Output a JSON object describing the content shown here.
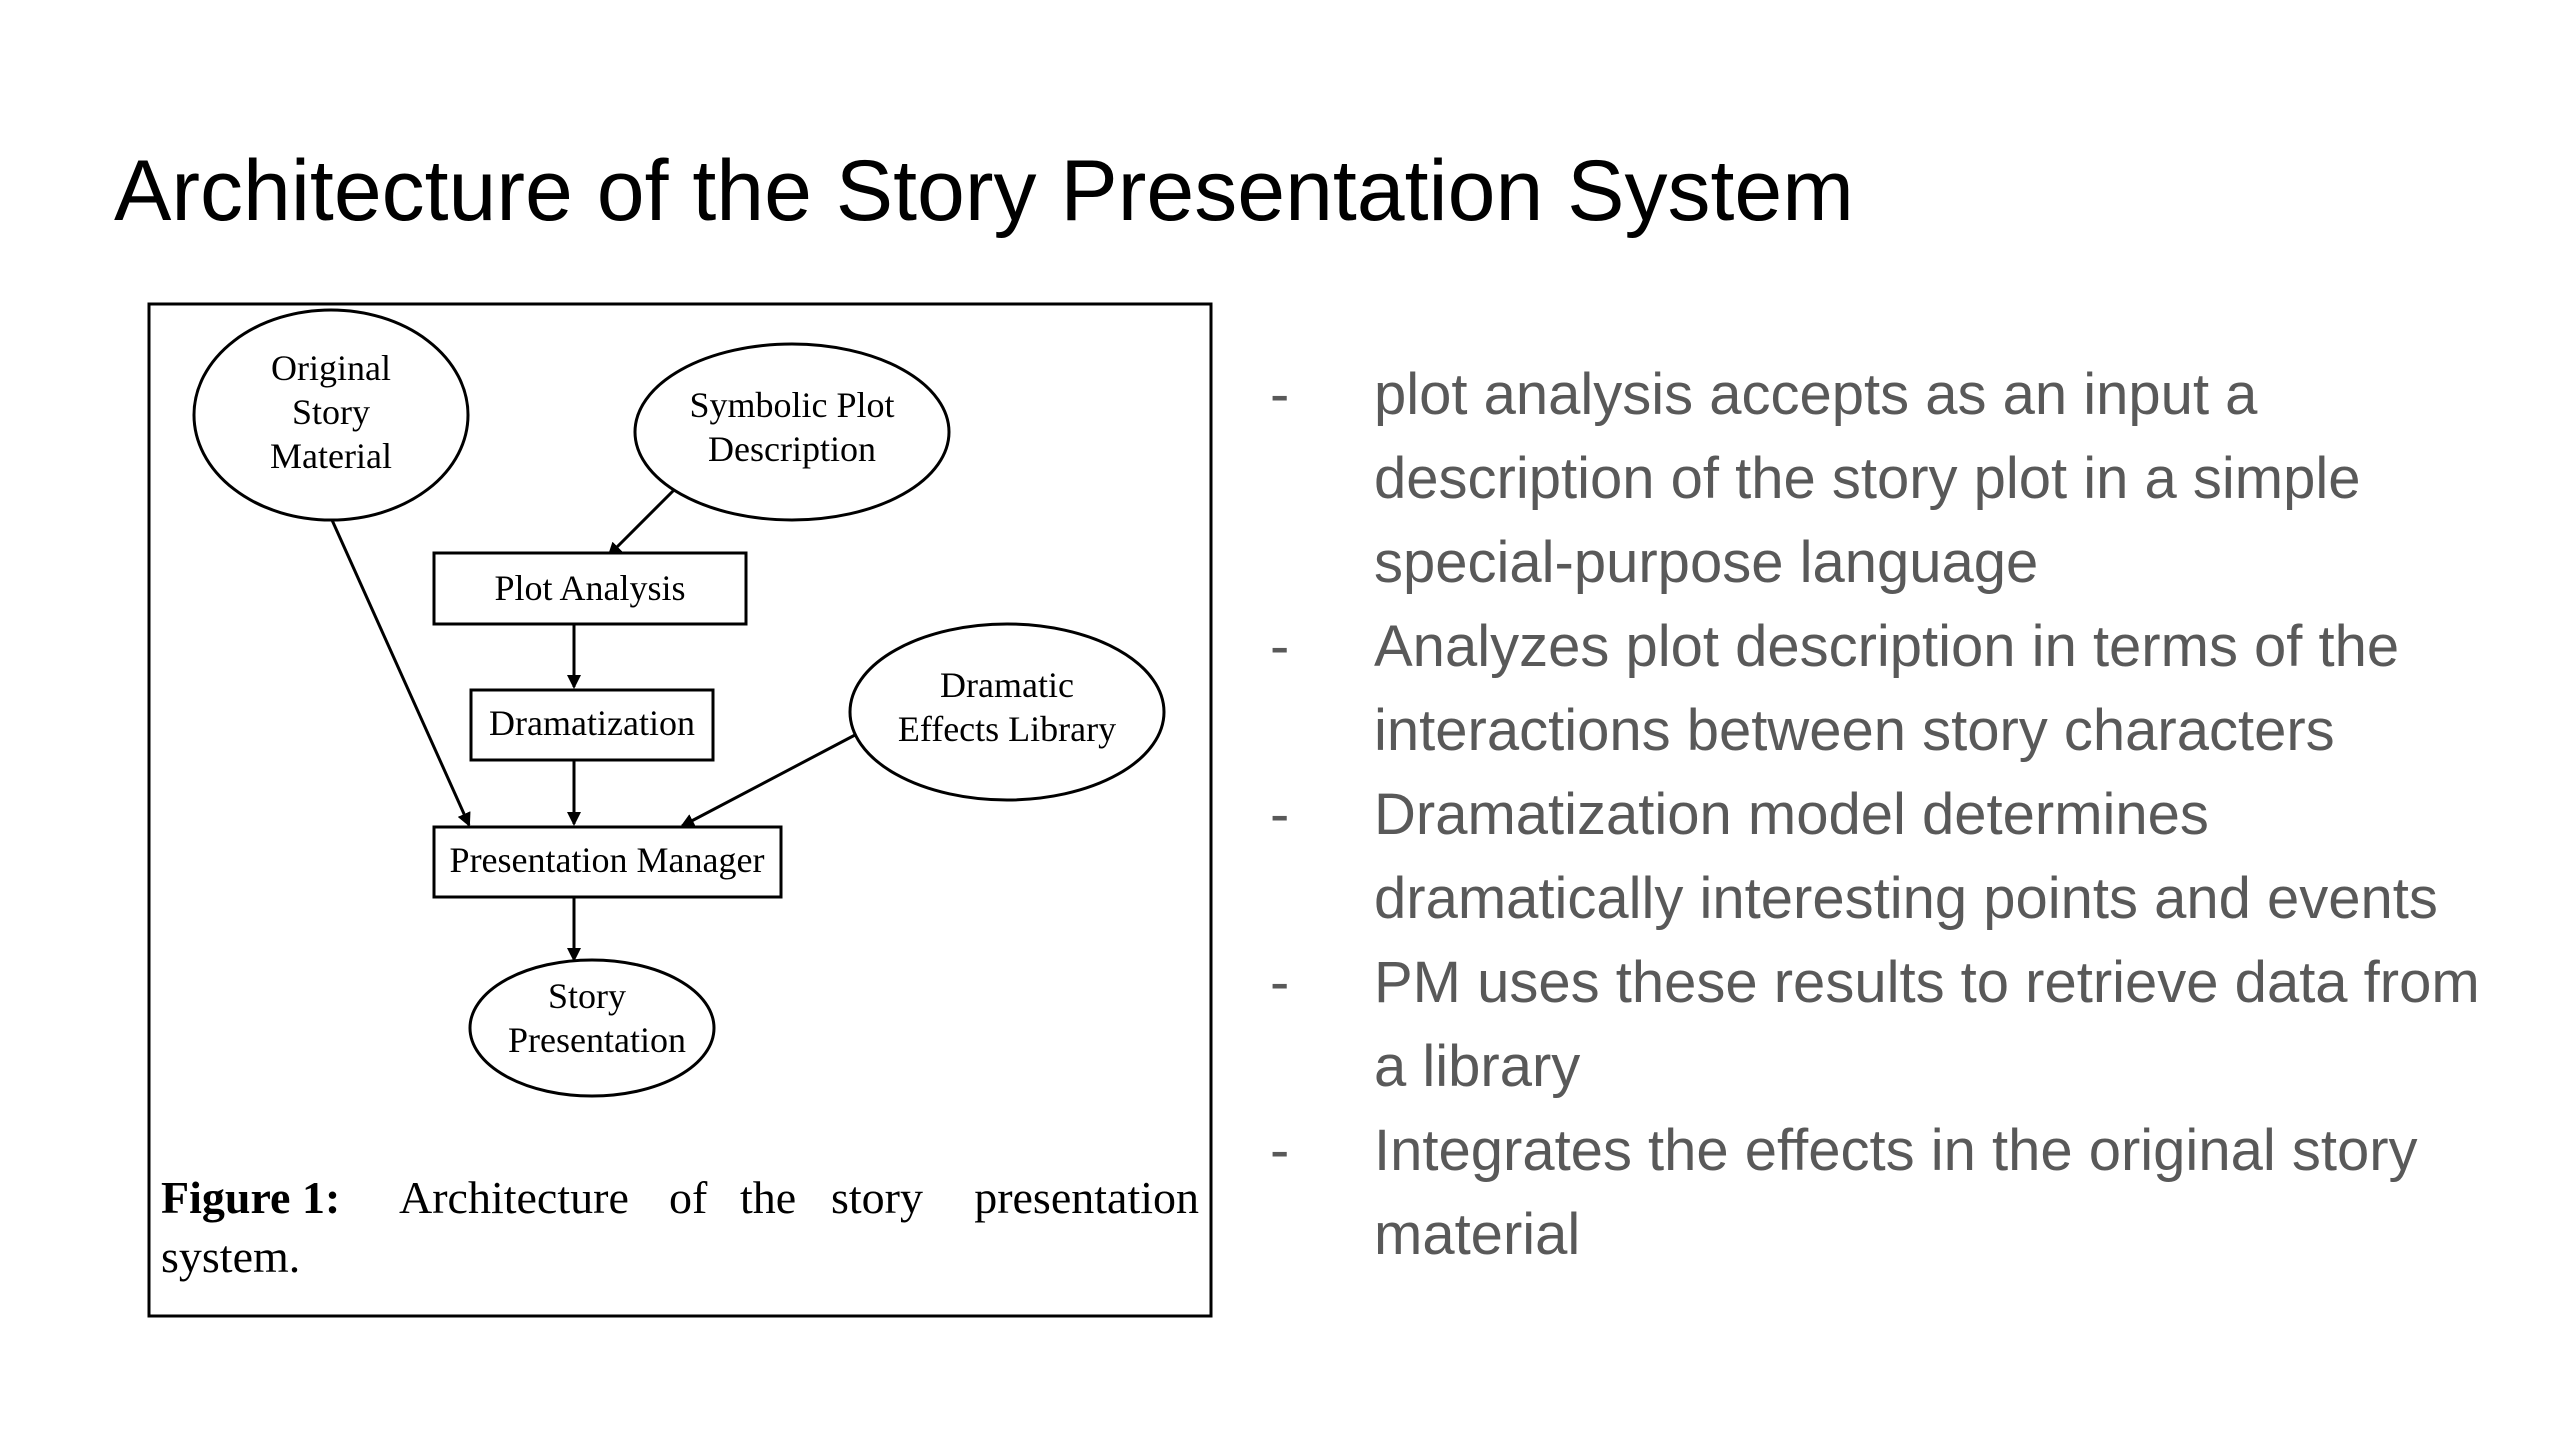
{
  "slide": {
    "title": "Architecture of the Story Presentation System",
    "figure": {
      "nodes": {
        "original_story_material": [
          "Original",
          "Story",
          "Material"
        ],
        "symbolic_plot_description": [
          "Symbolic Plot",
          "Description"
        ],
        "plot_analysis": "Plot Analysis",
        "dramatization": "Dramatization",
        "dramatic_effects_library": [
          "Dramatic",
          "Effects Library"
        ],
        "presentation_manager": "Presentation Manager",
        "story_presentation": [
          "Story",
          "Presentation"
        ]
      },
      "caption": {
        "label": "Figure 1:",
        "line1_words": [
          "Architecture",
          "of",
          "the",
          "story",
          "presentation"
        ],
        "line2": "system."
      }
    },
    "bullets": [
      {
        "marker": "-",
        "text": "plot analysis accepts as an input a description of the story plot in a simple special-purpose language"
      },
      {
        "marker": "-",
        "text": "Analyzes plot description in terms of the interactions between story characters"
      },
      {
        "marker": "-",
        "text": "Dramatization model determines dramatically interesting points and events"
      },
      {
        "marker": "-",
        "text": "PM uses these results to retrieve data from a library"
      },
      {
        "marker": "-",
        "text": "Integrates the effects in the original story material"
      }
    ]
  }
}
